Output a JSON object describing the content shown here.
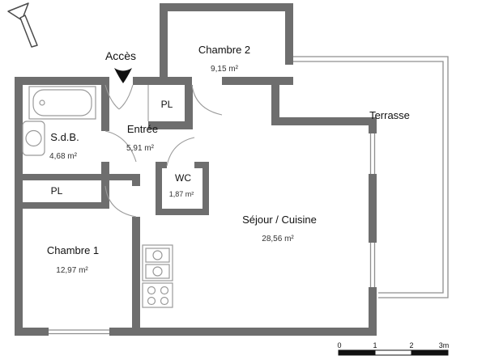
{
  "plan": {
    "access_label": "Accès",
    "rooms": {
      "chambre2": {
        "name": "Chambre 2",
        "area": "9,15 m²"
      },
      "terrasse": {
        "name": "Terrasse"
      },
      "sdb": {
        "name": "S.d.B.",
        "area": "4,68 m²"
      },
      "entree": {
        "name": "Entrée",
        "area": "5,91 m²"
      },
      "wc": {
        "name": "WC",
        "area": "1,87 m²"
      },
      "sejour": {
        "name": "Séjour / Cuisine",
        "area": "28,56 m²"
      },
      "chambre1": {
        "name": "Chambre 1",
        "area": "12,97 m²"
      },
      "pl_hall": {
        "name": "PL"
      },
      "pl_chambre": {
        "name": "PL"
      }
    },
    "scale_bar": {
      "ticks": [
        "0",
        "1",
        "2",
        "3m"
      ]
    },
    "colors": {
      "wall": "#6e6e6e",
      "thin_line": "#8f8f8f",
      "text": "#111111"
    }
  }
}
